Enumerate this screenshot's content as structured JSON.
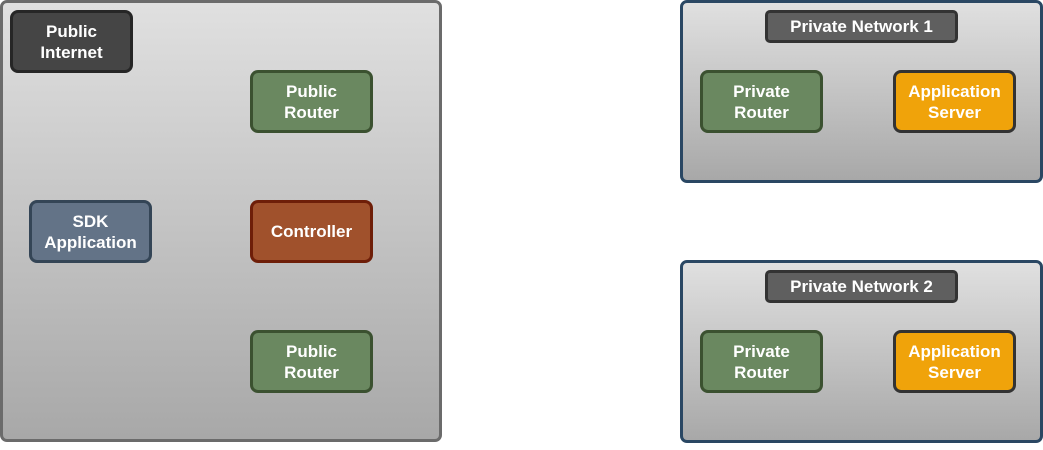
{
  "colors": {
    "internet": "#454545",
    "router": "#6a8860",
    "sdk": "#637387",
    "controller": "#a0512c",
    "server": "#f0a30a"
  },
  "public_zone": {
    "title": "Public\nInternet",
    "router_top": "Public\nRouter",
    "sdk": "SDK\nApplication",
    "controller": "Controller",
    "router_bottom": "Public\nRouter"
  },
  "private_networks": [
    {
      "title": "Private Network 1",
      "router": "Private\nRouter",
      "server": "Application\nServer"
    },
    {
      "title": "Private Network 2",
      "router": "Private\nRouter",
      "server": "Application\nServer"
    }
  ]
}
